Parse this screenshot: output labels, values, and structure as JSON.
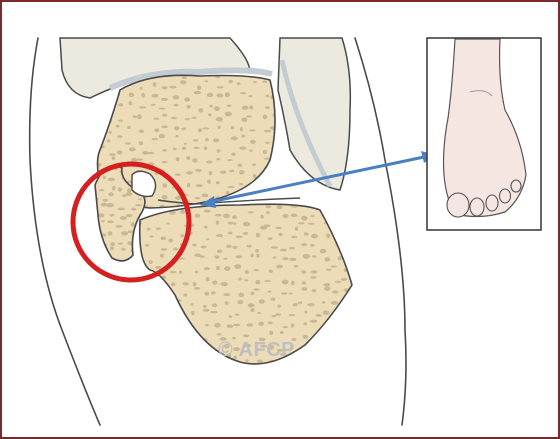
{
  "figure": {
    "copyright": "© AFCP",
    "colors": {
      "frame_border": "#7a2a2a",
      "bone_fill": "#ecdcb8",
      "pore": "#c9b893",
      "cartilage": "#e9e6dc",
      "outline": "#4a4a4a",
      "highlight_circle": "#d61f1f",
      "arrow": "#4a80c2",
      "skin": "#f6e6e2"
    },
    "icons": {
      "highlight": "red-circle",
      "pointer": "double-headed-arrow",
      "inset": "foot-illustration"
    }
  }
}
